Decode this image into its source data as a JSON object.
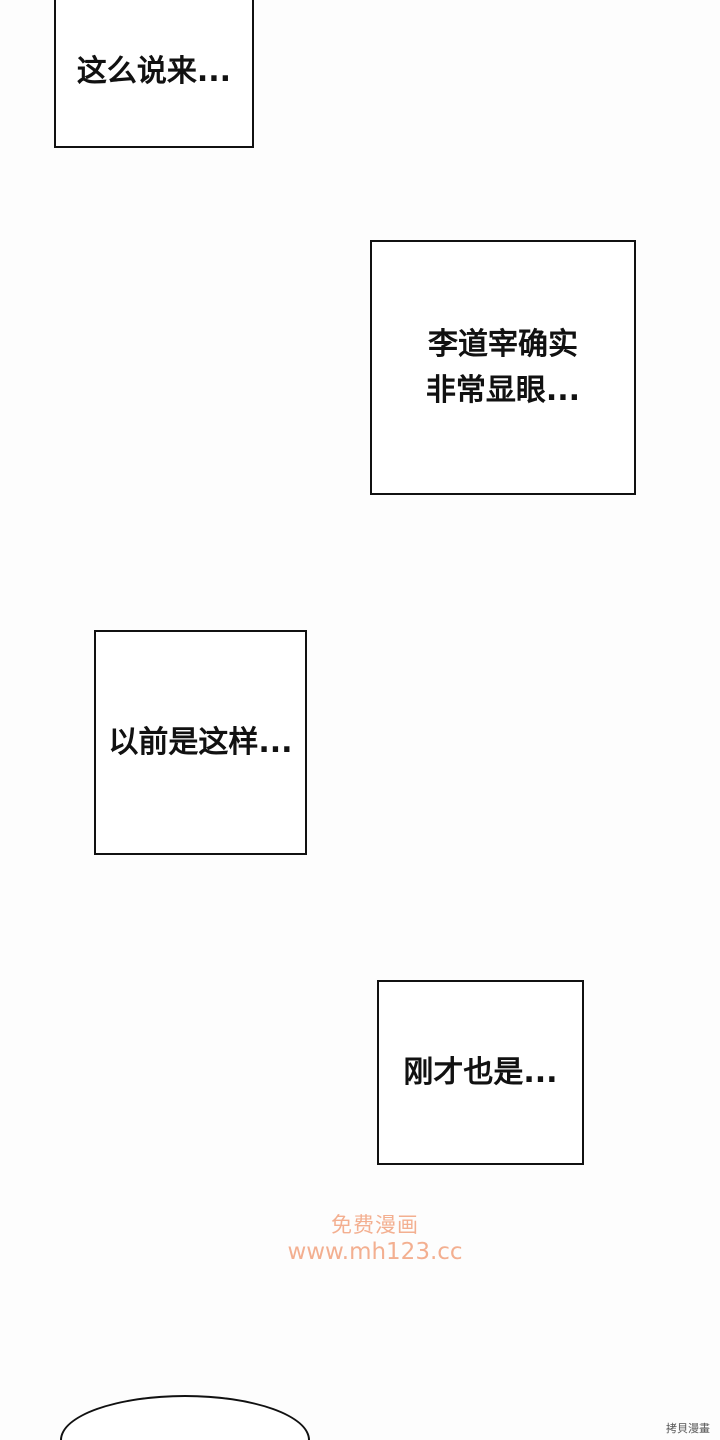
{
  "panels": [
    {
      "text": "这么说来..."
    },
    {
      "text": "李道宰确实\n非常显眼..."
    },
    {
      "text": "以前是这样..."
    },
    {
      "text": "刚才也是..."
    }
  ],
  "watermark": {
    "line1": "免费漫画",
    "line2": "www.mh123.cc"
  },
  "corner_mark": "拷貝漫畫"
}
